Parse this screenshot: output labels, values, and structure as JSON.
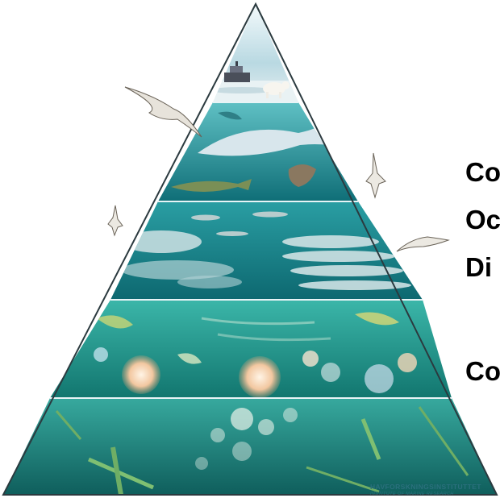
{
  "right_text": {
    "line1": "Co",
    "line2": "Oc",
    "line3": "Di",
    "line4": "Co"
  },
  "logo": {
    "name": "HAVFORSKNINGSINSTITUTTET",
    "subtitle": "INSTITUTE OF MARINE RESEARCH"
  },
  "pyramid_levels": [
    {
      "level": 1,
      "depicts": "polar bear and ship on sea ice",
      "color": "#cfe3ea"
    },
    {
      "level": 2,
      "depicts": "whales, cod and seabirds",
      "color": "#1d8f97"
    },
    {
      "level": 3,
      "depicts": "pelagic fish schools",
      "color": "#17868c"
    },
    {
      "level": 4,
      "depicts": "zooplankton",
      "color": "#2aa59c"
    },
    {
      "level": 5,
      "depicts": "phytoplankton",
      "color": "#24978f"
    }
  ]
}
